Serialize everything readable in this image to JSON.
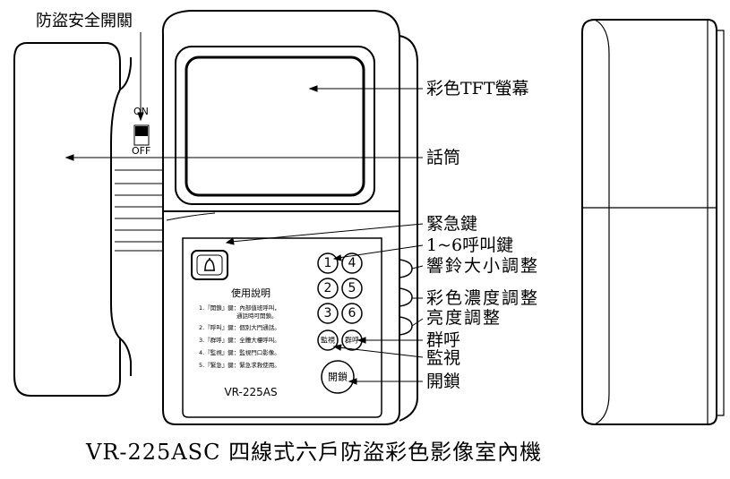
{
  "switch_label": "防盜安全開關",
  "switch_on": "ON",
  "switch_off": "OFF",
  "callouts": {
    "screen": "彩色TFT螢幕",
    "handset": "話筒",
    "emergency": "緊急鍵",
    "call_keys": "1~6呼叫鍵",
    "ring_volume": "響鈴大小調整",
    "color_density": "彩色濃度調整",
    "brightness": "亮度調整",
    "group_call": "群呼",
    "monitor": "監視",
    "unlock": "開鎖"
  },
  "keys": {
    "k1": "1",
    "k2": "2",
    "k3": "3",
    "k4": "4",
    "k5": "5",
    "k6": "6",
    "monitor": "監視",
    "group": "群呼",
    "unlock": "開鎖"
  },
  "instructions": {
    "title": "使用說明",
    "items": [
      "1.『開鎖』鍵：內部值班呼叫，",
      "通話時可開鎖。",
      "2.『呼叫』鍵：個別大門通話。",
      "3.『群呼』鍵：全體大樓呼叫。",
      "4.『監視』鍵：監視門口影像。",
      "5.『緊急』鍵：緊急求救使用。"
    ]
  },
  "model": "VR-225AS",
  "caption": "VR-225ASC 四線式六戶防盜彩色影像室內機"
}
